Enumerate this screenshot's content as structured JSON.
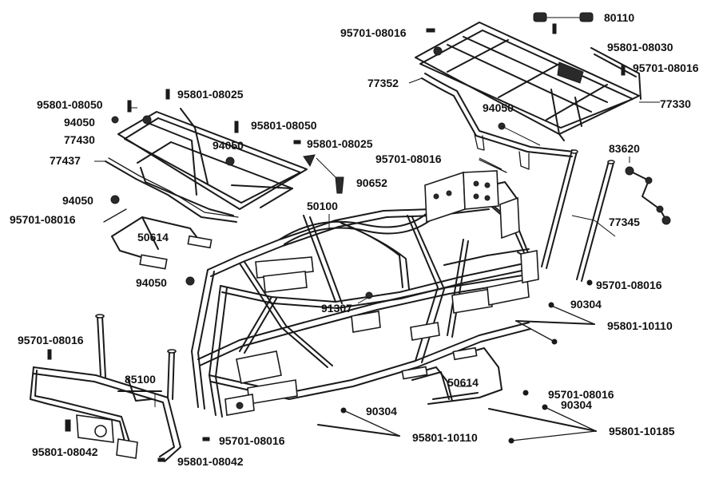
{
  "parts": {
    "p80110": "80110",
    "p95701_08016_top": "95701-08016",
    "p95801_08030": "95801-08030",
    "p95701_08016_r1": "95701-08016",
    "p77352": "77352",
    "p77330": "77330",
    "p94050_top": "94050",
    "p95701_08016_mid": "95701-08016",
    "p83620": "83620",
    "p77345": "77345",
    "p95801_08050_a": "95801-08050",
    "p95801_08025_a": "95801-08025",
    "p94050_a": "94050",
    "p95801_08050_b": "95801-08050",
    "p77430": "77430",
    "p94050_b": "94050",
    "p95801_08025_b": "95801-08025",
    "p77437": "77437",
    "p90652": "90652",
    "p94050_c": "94050",
    "p50100": "50100",
    "p95701_08016_left": "95701-08016",
    "p50614_a": "50614",
    "p94050_d": "94050",
    "p91307": "91307",
    "p95701_08016_r2": "95701-08016",
    "p90304_a": "90304",
    "p95801_10110_a": "95801-10110",
    "p95701_08016_front": "95701-08016",
    "p85100": "85100",
    "p50614_b": "50614",
    "p95701_08016_r3": "95701-08016",
    "p90304_b": "90304",
    "p90304_c": "90304",
    "p95801_10185": "95801-10185",
    "p95801_10110_b": "95801-10110",
    "p95701_08016_bot": "95701-08016",
    "p95801_08042_a": "95801-08042",
    "p95801_08042_b": "95801-08042"
  }
}
